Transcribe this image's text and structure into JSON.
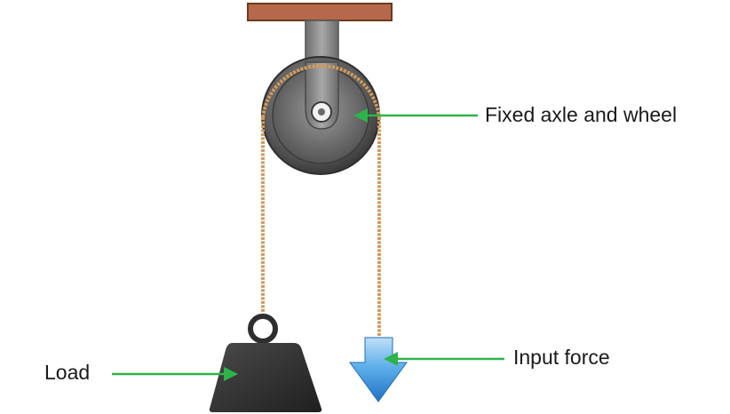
{
  "labels": {
    "fixed_axle_and_wheel": "Fixed axle and wheel",
    "input_force": "Input force",
    "load": "Load"
  },
  "colors": {
    "mount_bar": "#b5694a",
    "bracket": "#8a8a8a",
    "wheel_rim": "#4a4a4a",
    "wheel_face": "#707070",
    "rope": "#d49a5a",
    "weight": "#2e2e2e",
    "pointer_arrow": "#2db34a",
    "force_arrow": "#3a8fd6"
  },
  "icons": {
    "pulley": "pulley-wheel-icon",
    "load": "weight-icon",
    "force": "down-arrow-icon"
  }
}
